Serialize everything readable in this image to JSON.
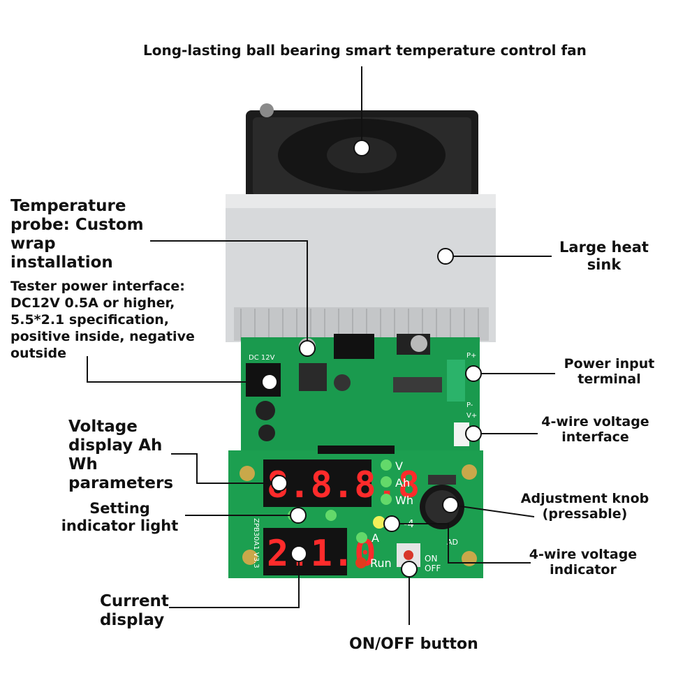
{
  "labels": {
    "fan": "Long-lasting ball bearing smart temperature control fan",
    "probe": "Temperature\nprobe: Custom\nwrap\ninstallation",
    "power_interface": "Tester power interface:\nDC12V 0.5A or higher,\n5.5*2.1 specification,\npositive inside, negative\noutside",
    "heat_sink": "Large heat\nsink",
    "power_input": "Power input\nterminal",
    "four_wire_interface": "4-wire voltage\ninterface",
    "voltage_display": "Voltage\ndisplay Ah\nWh\nparameters",
    "setting_light": "Setting\nindicator light",
    "knob": "Adjustment knob\n(pressable)",
    "four_wire_indicator": "4-wire voltage\nindicator",
    "current_display": "Current\ndisplay",
    "onoff": "ON/OFF button"
  },
  "board": {
    "upper_display": "8.8.8.8",
    "lower_display": "2.1.0",
    "led_v": "V",
    "led_ah": "Ah",
    "led_wh": "Wh",
    "led_4": "-4",
    "led_a": "A",
    "led_run": "Run",
    "model": "ZPB30A1 V3.3",
    "dc_label": "DC 12V",
    "p_plus": "P+",
    "p_minus": "P-",
    "v_plus": "V+",
    "on_label": "ON",
    "off_label": "OFF",
    "adj_label": "AD"
  },
  "colors": {
    "pcb": "#1a9a4e",
    "heatsink": "#d7d9db",
    "fan": "#1c1c1c",
    "segment": "#ff2b2b",
    "led_green": "#63d96a",
    "led_yellow": "#f2f05a",
    "led_red": "#e23b1e"
  }
}
